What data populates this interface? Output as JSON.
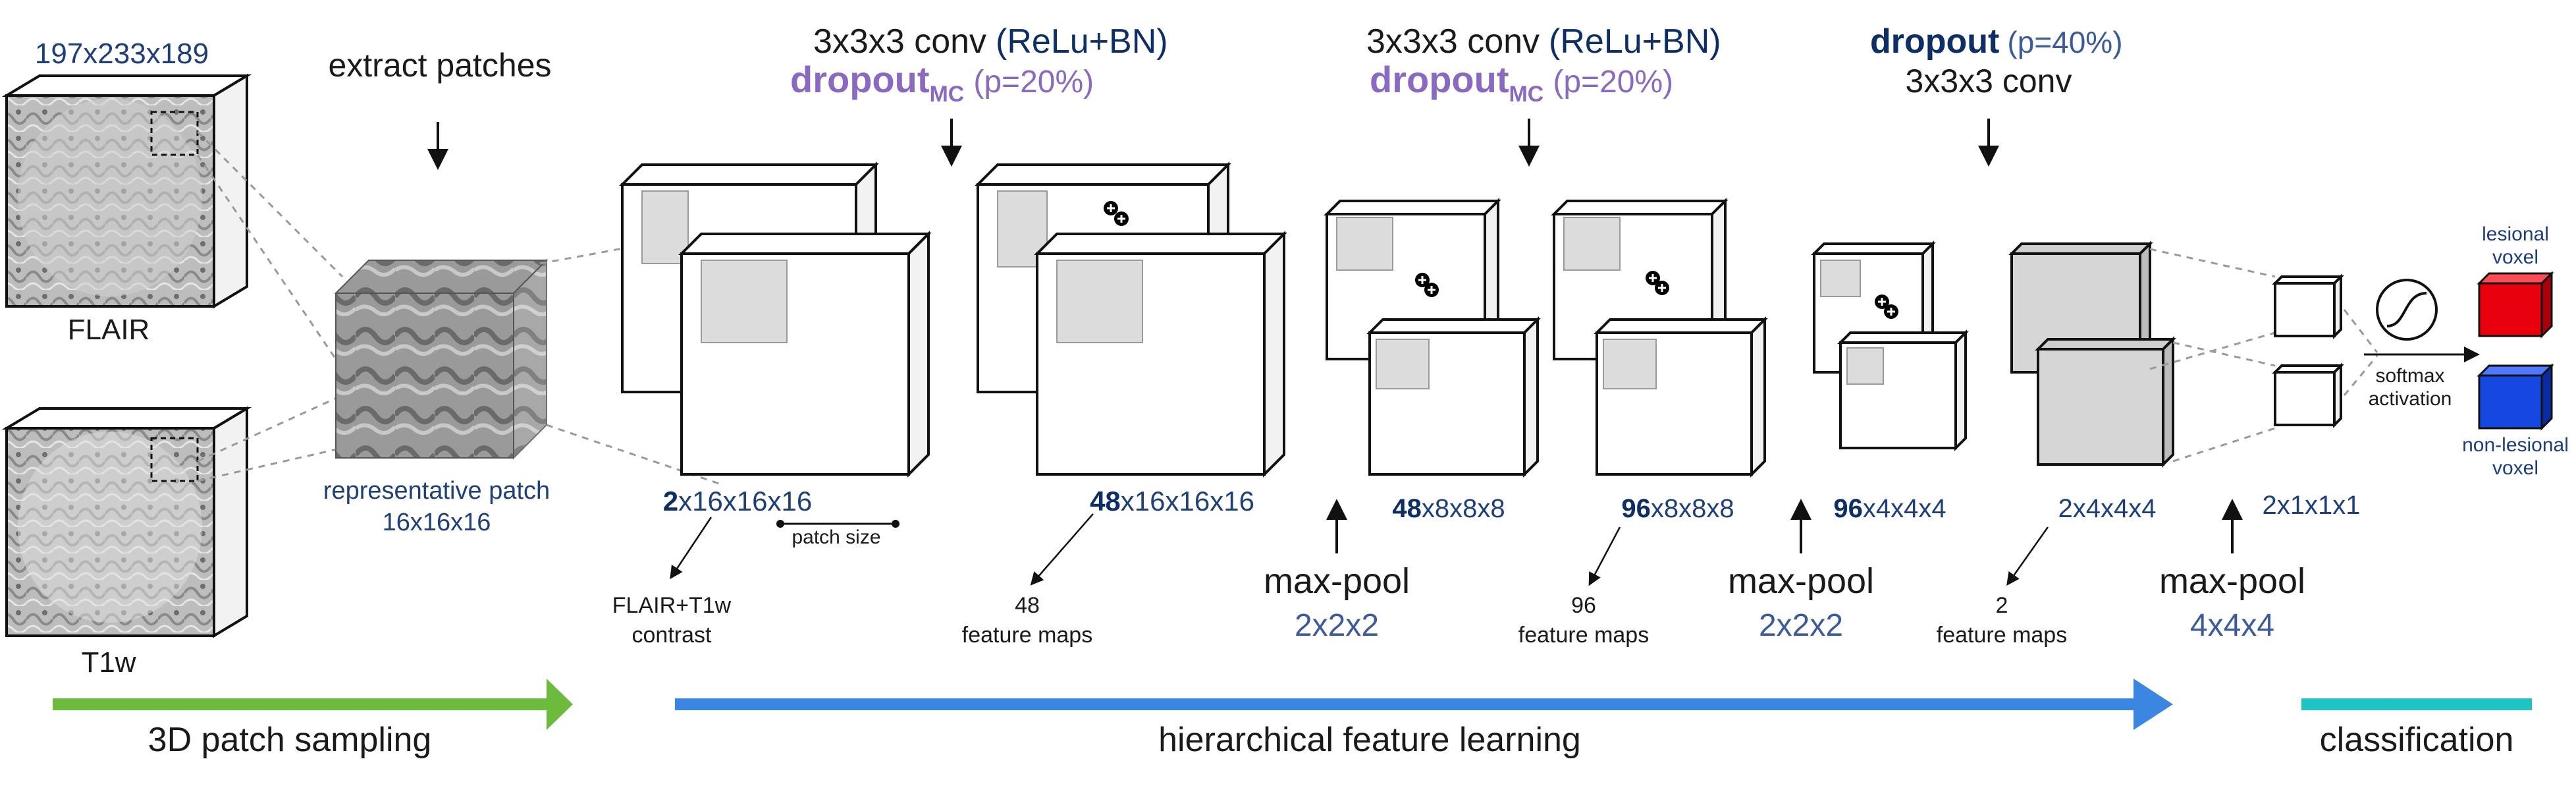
{
  "colors": {
    "sampling_bar": "#6dbb3c",
    "feature_bar": "#3a86e0",
    "classification_bar": "#1fc3c3",
    "lesional": "#e8000d",
    "non_lesional": "#1448e0",
    "dark_blue": "#1f3f78",
    "purple": "#8a6ac0"
  },
  "input": {
    "dims": "197x233x189",
    "flair_label": "FLAIR",
    "t1w_label": "T1w"
  },
  "extract": {
    "title": "extract patches",
    "patch_caption_1": "representative patch",
    "patch_caption_2": "16x16x16"
  },
  "block1": {
    "conv": "3x3x3 conv",
    "conv_paren": "(ReLu+BN)",
    "dropout": "dropout",
    "dropout_sub": "MC",
    "dropout_p": "(p=20%)",
    "input_dims_bold": "2",
    "input_dims_rest": "x16x16x16",
    "patch_size": "patch size",
    "contrast_1": "FLAIR+T1w",
    "contrast_2": "contrast",
    "out_dims_bold": "48",
    "out_dims_rest": "x16x16x16",
    "fm_count": "48",
    "fm_label": "feature maps"
  },
  "pool1": {
    "label": "max-pool",
    "size": "2x2x2"
  },
  "block2": {
    "conv": "3x3x3 conv",
    "conv_paren": "(ReLu+BN)",
    "dropout": "dropout",
    "dropout_sub": "MC",
    "dropout_p": "(p=20%)",
    "in_dims_bold": "48",
    "in_dims_rest": "x8x8x8",
    "out_dims_bold": "96",
    "out_dims_rest": "x8x8x8",
    "fm_count": "96",
    "fm_label": "feature maps"
  },
  "pool2": {
    "label": "max-pool",
    "size": "2x2x2"
  },
  "block3": {
    "dropout": "dropout",
    "dropout_p": "(p=40%)",
    "conv": "3x3x3 conv",
    "in_dims_bold": "96",
    "in_dims_rest": "x4x4x4",
    "out_dims": "2x4x4x4",
    "fm_count": "2",
    "fm_label": "feature maps"
  },
  "pool3": {
    "label": "max-pool",
    "size": "4x4x4",
    "out_dims": "2x1x1x1"
  },
  "classify": {
    "softmax_1": "softmax",
    "softmax_2": "activation",
    "lesional_1": "lesional",
    "lesional_2": "voxel",
    "non_lesional_1": "non-lesional",
    "non_lesional_2": "voxel"
  },
  "stages": {
    "sampling": "3D patch sampling",
    "features": "hierarchical feature learning",
    "classification": "classification"
  }
}
